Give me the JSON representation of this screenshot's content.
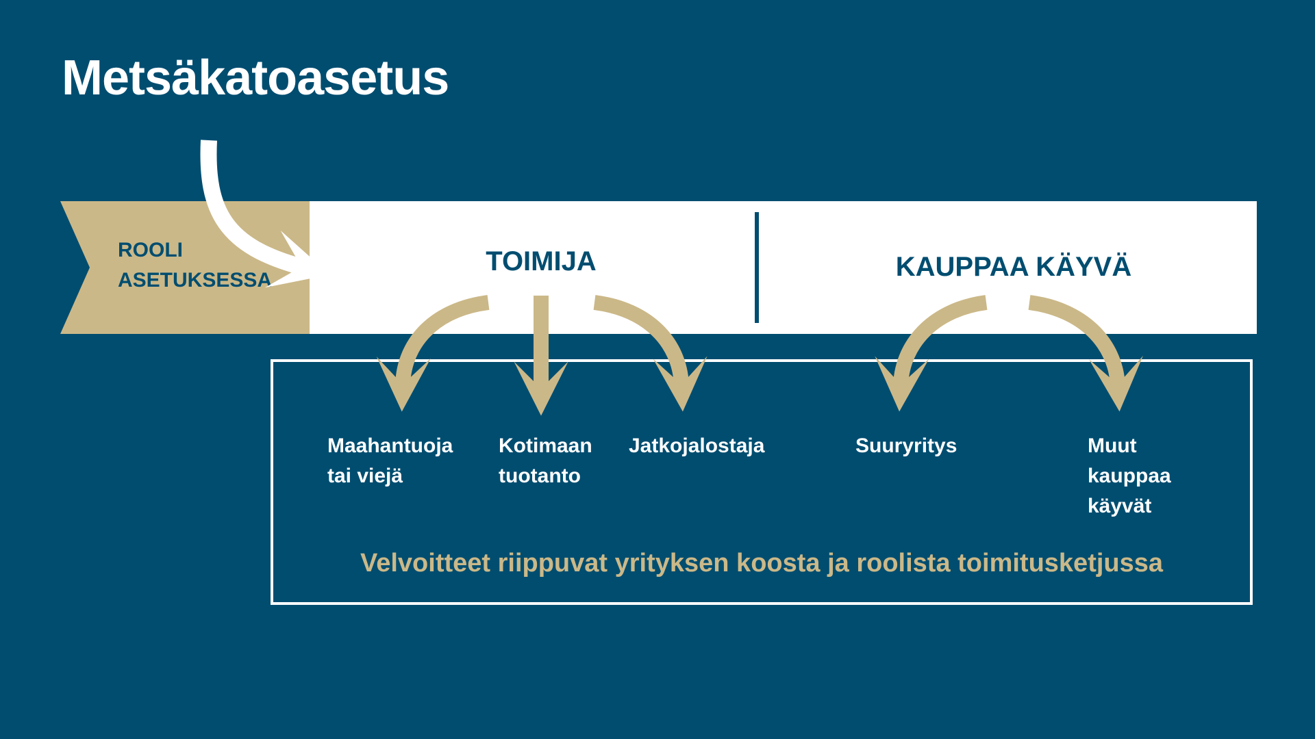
{
  "title": "Metsäkatoasetus",
  "colors": {
    "background": "#004d70",
    "accent_gold": "#cbb888",
    "white": "#ffffff"
  },
  "role_label": {
    "line1": "ROOLI",
    "line2": "ASETUKSESSA"
  },
  "roles": [
    {
      "label": "TOIMIJA",
      "items": [
        "Maahantuoja\ntai viejä",
        "Kotimaan\ntuotanto",
        "Jatkojalostaja"
      ]
    },
    {
      "label": "KAUPPAA KÄYVÄ",
      "items": [
        "Suuryritys",
        "Muut\nkauppaa\nkäyvät"
      ]
    }
  ],
  "note": "Velvoitteet riippuvat yrityksen koosta ja roolista toimitusketjussa"
}
